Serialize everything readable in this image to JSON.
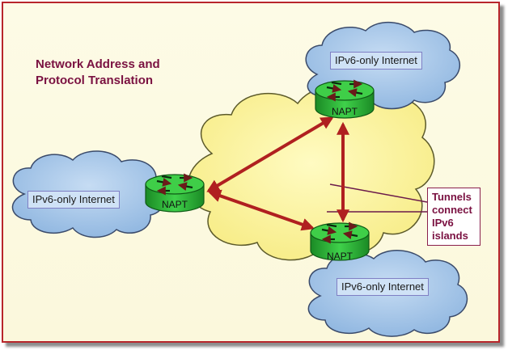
{
  "title": {
    "line1": "Network Address and",
    "line2": "Protocol Translation"
  },
  "clouds": {
    "top": "IPv6-only Internet",
    "left": "IPv6-only Internet",
    "bottom": "IPv6-only Internet"
  },
  "routers": {
    "top": "NAPT",
    "left": "NAPT",
    "bottom": "NAPT"
  },
  "callout": {
    "line1": "Tunnels",
    "line2": "connect",
    "line3": "IPv6",
    "line4": "islands"
  },
  "colors": {
    "frame_border": "#b8262b",
    "background": "#fbf8dc",
    "ipv4_cloud": "#fbf29a",
    "ipv6_cloud": "#a9c8e8",
    "router_green": "#2fbe3a",
    "tunnel_red": "#b02020",
    "title_text": "#7a1141"
  }
}
